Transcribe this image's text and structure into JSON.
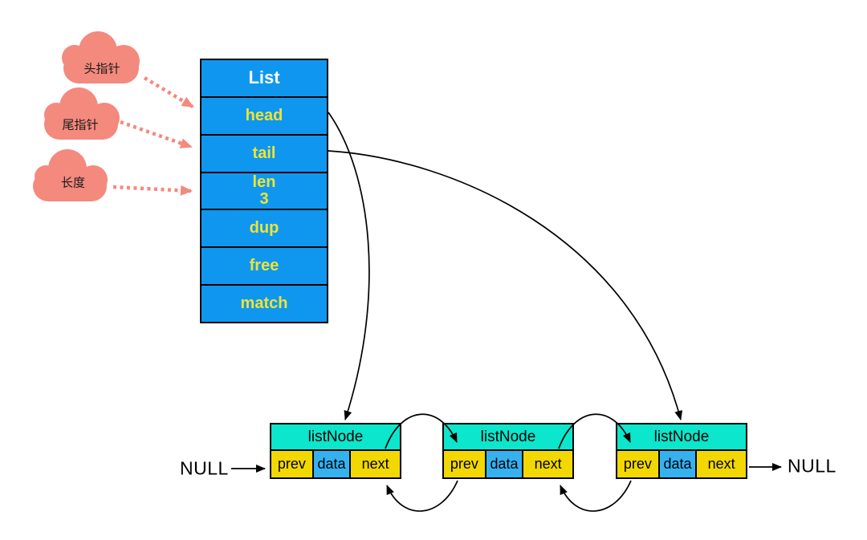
{
  "colors": {
    "box_blue": "#0F97F0",
    "field_text_yellow": "#F0E431",
    "title_white": "#FFFFFF",
    "cloud_salmon": "#F4897E",
    "node_header_cyan": "#0BE6CD",
    "cell_yellow": "#F2D800",
    "cell_data_blue": "#35B1F0",
    "line_black": "#000000"
  },
  "clouds": [
    {
      "label": "头指针"
    },
    {
      "label": "尾指针"
    },
    {
      "label": "长度"
    }
  ],
  "list_box": {
    "title": "List",
    "fields": [
      {
        "label": "head"
      },
      {
        "label": "tail"
      },
      {
        "label": "len",
        "value": "3"
      },
      {
        "label": "dup"
      },
      {
        "label": "free"
      },
      {
        "label": "match"
      }
    ]
  },
  "nodes": [
    {
      "title": "listNode",
      "cells": [
        {
          "label": "prev"
        },
        {
          "label": "data"
        },
        {
          "label": "next"
        }
      ]
    },
    {
      "title": "listNode",
      "cells": [
        {
          "label": "prev"
        },
        {
          "label": "data"
        },
        {
          "label": "next"
        }
      ]
    },
    {
      "title": "listNode",
      "cells": [
        {
          "label": "prev"
        },
        {
          "label": "data"
        },
        {
          "label": "next"
        }
      ]
    }
  ],
  "null_left": "NULL",
  "null_right": "NULL"
}
